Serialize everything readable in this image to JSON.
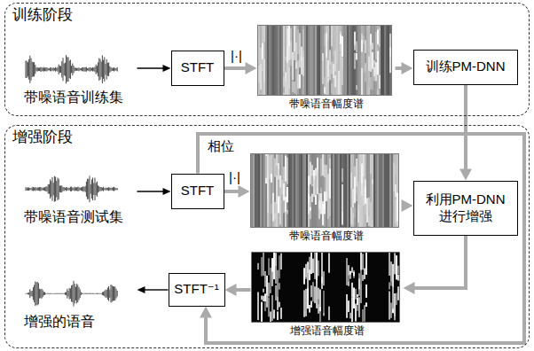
{
  "diagram": {
    "nodes": [
      {
        "text": [
          "训练阶段"
        ]
      },
      {
        "text": [
          "带噪语音训练集"
        ],
        "in": 0
      },
      {
        "text": [
          "STFT"
        ],
        "in": 0
      },
      {
        "text": [
          "带噪语音幅度谱"
        ],
        "in": 0
      },
      {
        "text": [
          "训练PM-DNN"
        ],
        "in": 0
      },
      {
        "text": [
          "增强阶段"
        ]
      },
      {
        "text": [
          "带噪语音测试集"
        ],
        "in": 5
      },
      {
        "text": [
          "STFT"
        ],
        "in": 5
      },
      {
        "text": [
          "带噪语音幅度谱"
        ],
        "in": 5
      },
      {
        "text": [
          "利用PM-DNN 进行增强"
        ],
        "in": 5
      },
      {
        "text": [
          "增强语音幅度谱"
        ],
        "in": 5
      },
      {
        "text": [
          "STFT⁻¹"
        ],
        "in": 5
      },
      {
        "text": [
          "增强的语音"
        ],
        "in": 5
      }
    ],
    "edges": [
      {
        "from": 1,
        "to": 2,
        "arrow": "to"
      },
      {
        "from": 2,
        "to": 3,
        "arrow": "to",
        "label": "|·|"
      },
      {
        "from": 3,
        "to": 4,
        "arrow": "to"
      },
      {
        "from": 4,
        "to": 9,
        "arrow": "to"
      },
      {
        "from": 6,
        "to": 7,
        "arrow": "to"
      },
      {
        "from": 7,
        "to": 8,
        "arrow": "to",
        "label": "|·|"
      },
      {
        "from": 8,
        "to": 9,
        "arrow": "to"
      },
      {
        "from": 7,
        "to": 11,
        "arrow": "to",
        "label": "相位"
      },
      {
        "from": 9,
        "to": 10,
        "arrow": "to"
      },
      {
        "from": 10,
        "to": 11,
        "arrow": "to"
      },
      {
        "from": 11,
        "to": 12,
        "arrow": "to"
      }
    ]
  }
}
